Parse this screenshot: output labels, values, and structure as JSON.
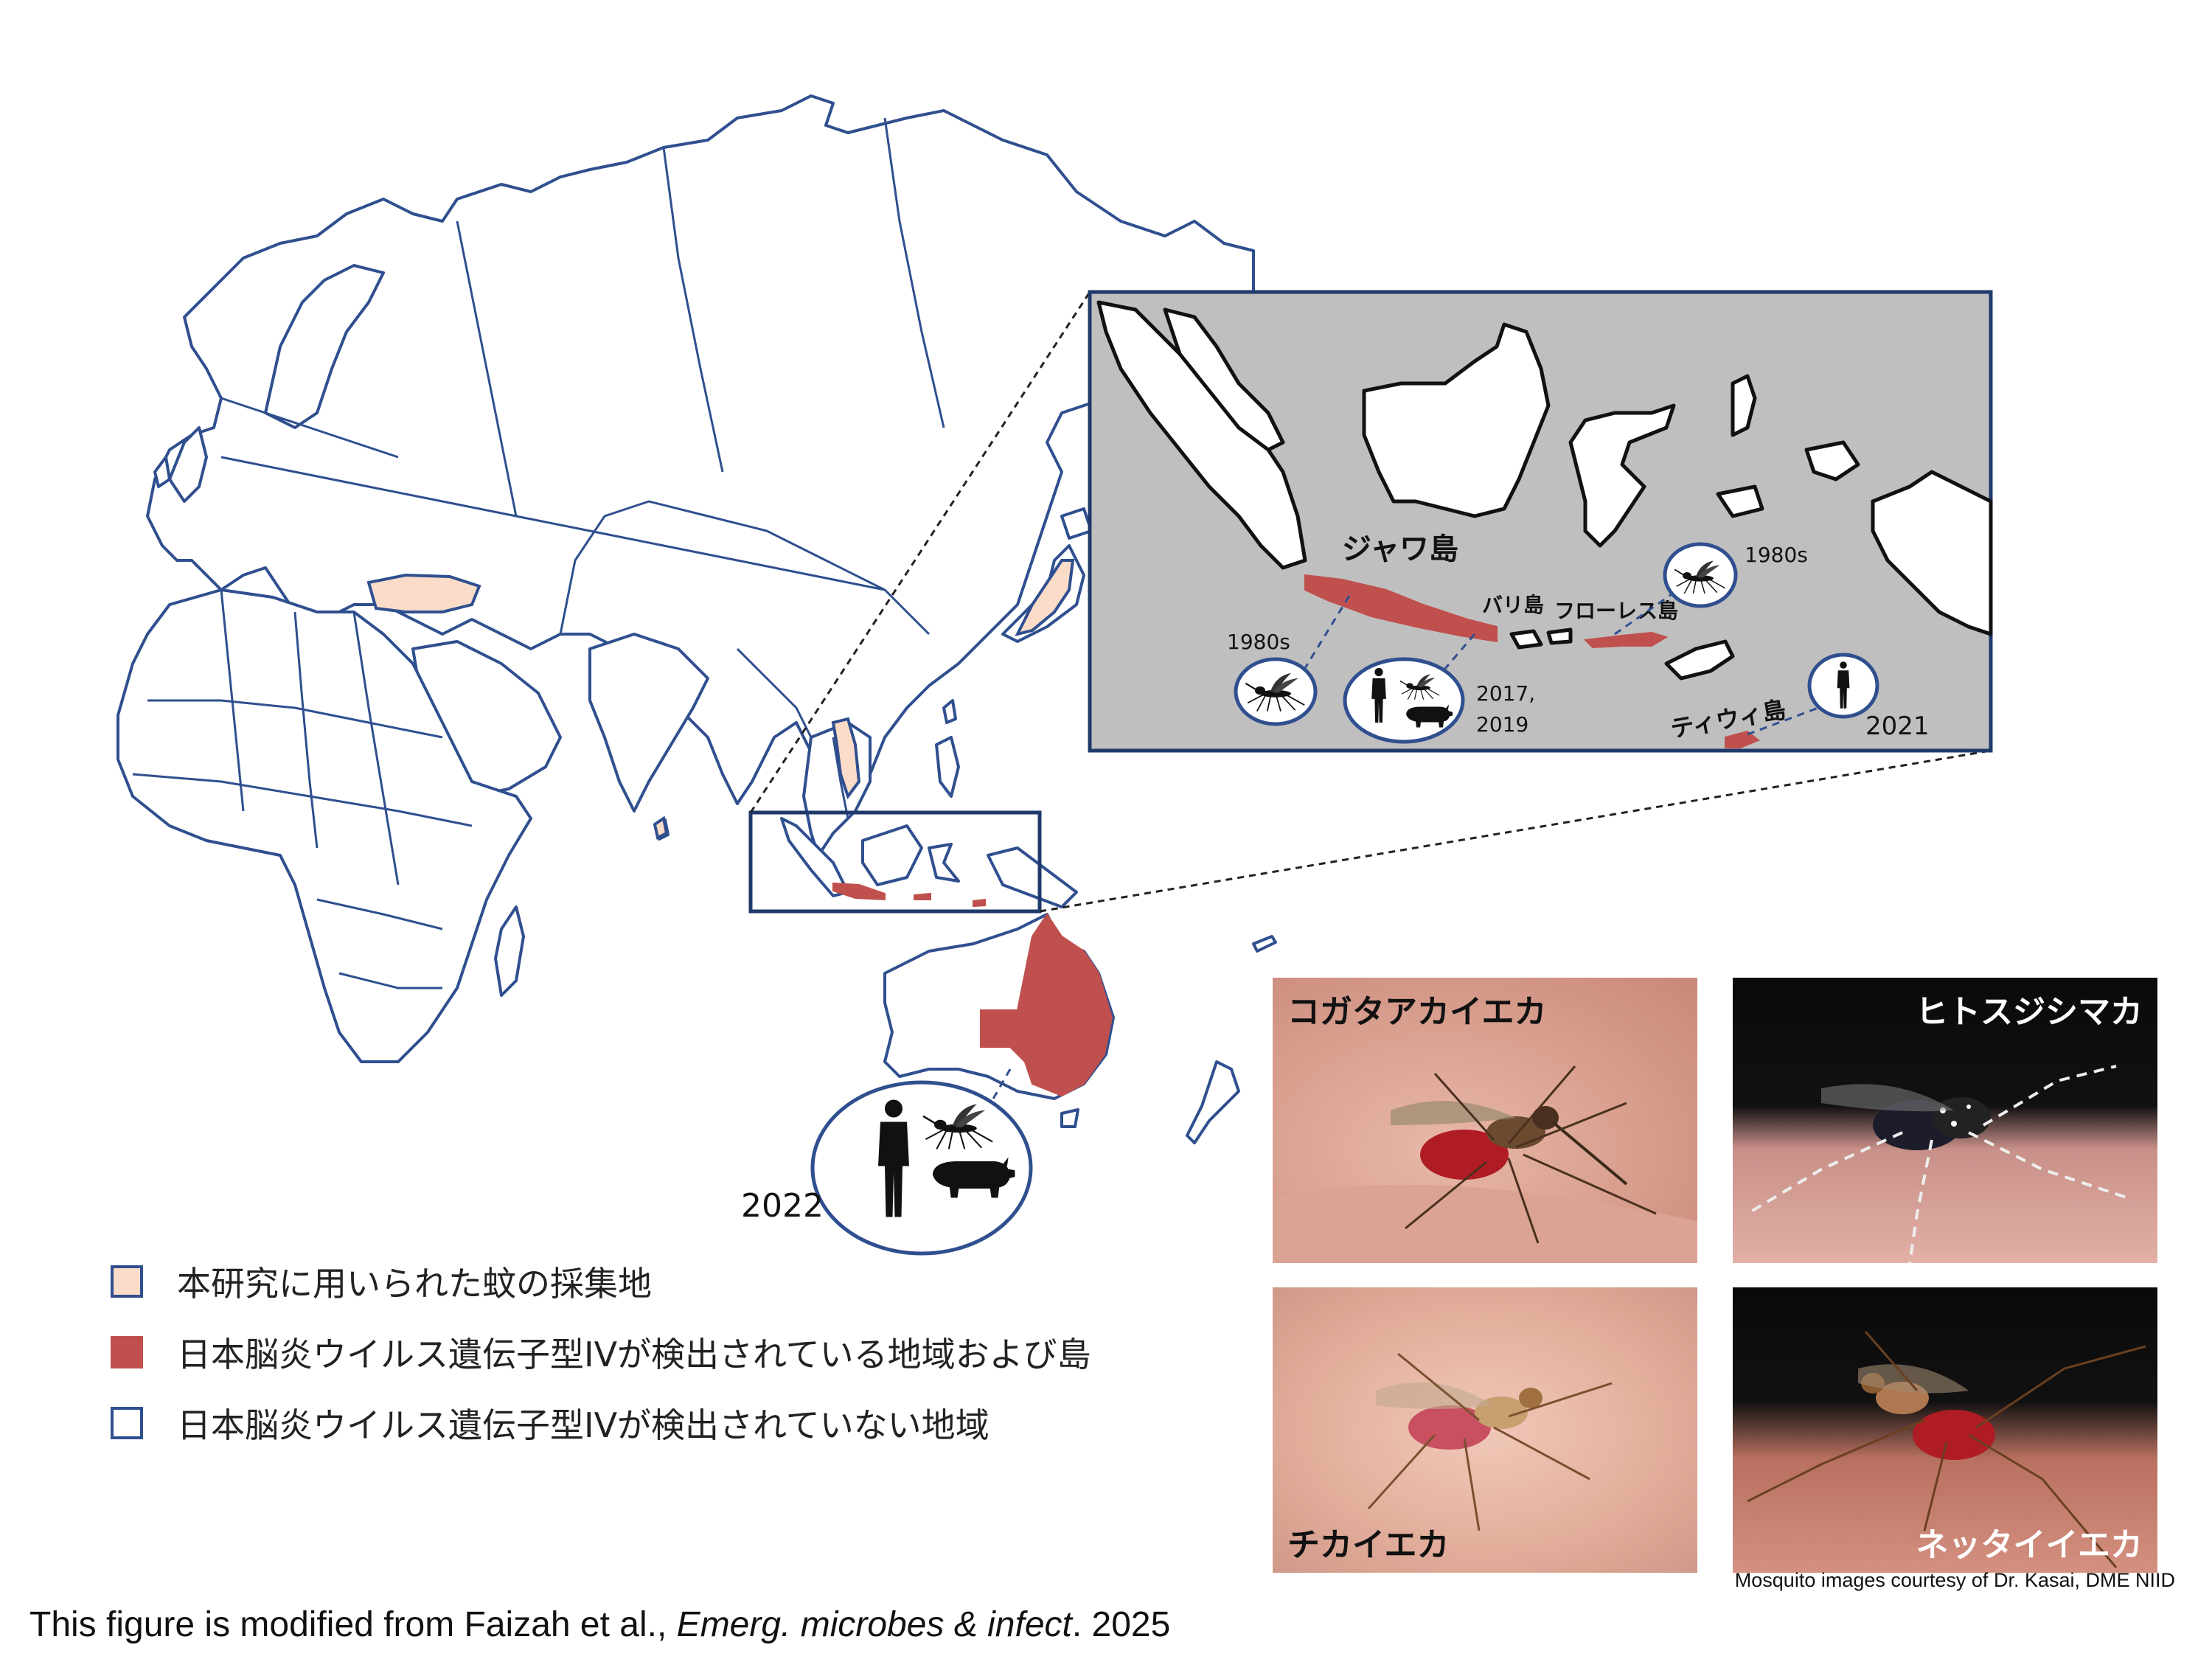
{
  "inset": {
    "labels": {
      "java": "ジャワ島",
      "bali": "バリ島",
      "flores": "フローレス島",
      "tiwi": "ティウィ島"
    },
    "years": {
      "west_java": "1980s",
      "central_java_line1": "2017,",
      "central_java_line2": "2019",
      "flores": "1980s",
      "tiwi": "2021"
    }
  },
  "australia_year": "2022",
  "legend": [
    {
      "label": "本研究に用いられた蚊の採集地",
      "color": "#fbdcc8"
    },
    {
      "label": "日本脳炎ウイルス遺伝子型IVが検出されている地域および島",
      "color": "#c0504d"
    },
    {
      "label": "日本脳炎ウイルス遺伝子型IVが検出されていない地域",
      "color": "#ffffff"
    }
  ],
  "photos": [
    {
      "label": "コガタアカイエカ",
      "label_color": "#111111"
    },
    {
      "label": "ヒトスジシマカ",
      "label_color": "#ffffff"
    },
    {
      "label": "チカイエカ",
      "label_color": "#111111"
    },
    {
      "label": "ネッタイイエカ",
      "label_color": "#ffffff"
    }
  ],
  "credit": "Mosquito images courtesy of Dr. Kasai, DME NIID",
  "caption": {
    "prefix": "This figure is modified from Faizah et al., ",
    "journal": "Emerg. microbes & infect",
    "suffix": ". 2025"
  },
  "colors": {
    "outline": "#2f4f8f",
    "detected": "#c0504d",
    "sampled": "#fbdcc8",
    "inset_bg": "#bfbfbf"
  }
}
